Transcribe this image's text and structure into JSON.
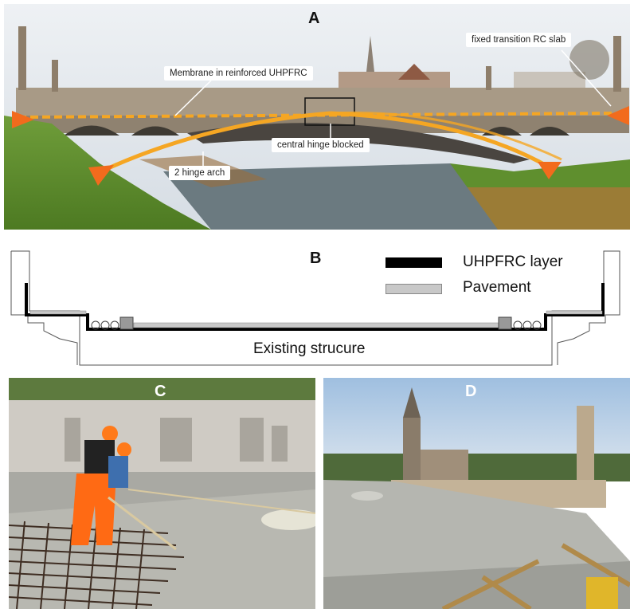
{
  "figure": {
    "panel_a": {
      "letter": "A",
      "labels": {
        "membrane": "Membrane in reinforced UHPFRC",
        "fixed_slab": "fixed transition RC slab",
        "central_hinge": "central hinge blocked",
        "hinge_arch": "2 hinge arch"
      },
      "colors": {
        "arch_line": "#f5a623",
        "support": "#f26b1d",
        "sky": "#dfe6ee",
        "grass": "#5f8f2e",
        "river": "#6b7a80",
        "bridge_stone": "#a89a86"
      }
    },
    "panel_b": {
      "letter": "B",
      "legend": [
        {
          "label": "UHPFRC layer",
          "color": "#000000"
        },
        {
          "label": "Pavement",
          "color": "#c8c8c8"
        }
      ],
      "structure_label": "Existing strucure"
    },
    "panel_c": {
      "letter": "C",
      "colors": {
        "worker_suit": "#ff6a14",
        "helmet": "#ff7a1a",
        "concrete": "#a9a9a3"
      }
    },
    "panel_d": {
      "letter": "D",
      "colors": {
        "sky": "#b9cde3",
        "concrete": "#b5b6b0",
        "church": "#8a7c6a"
      }
    }
  }
}
